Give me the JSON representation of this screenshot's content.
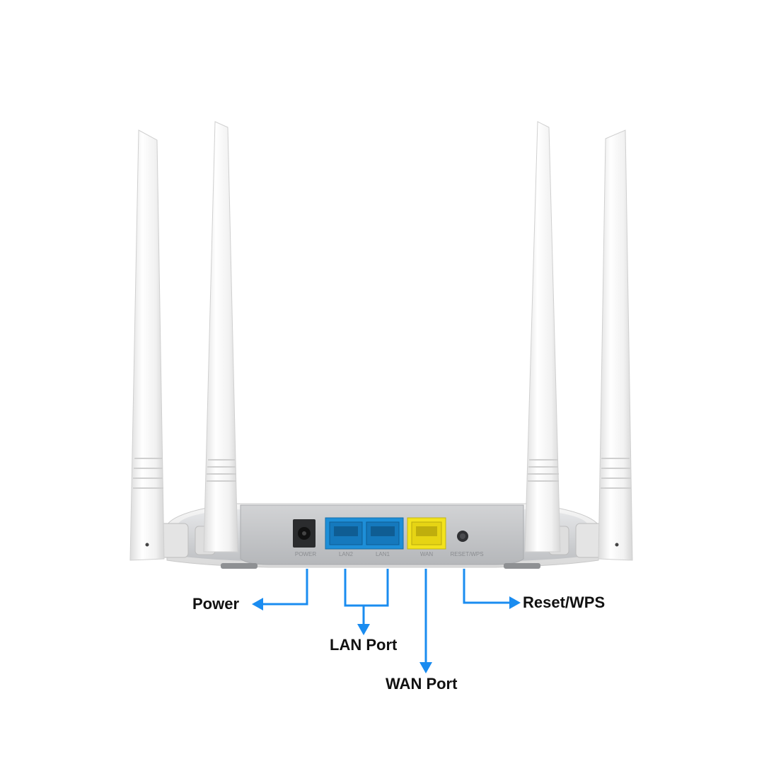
{
  "device": {
    "port_labels": {
      "power": "POWER",
      "lan2": "LAN2",
      "lan1": "LAN1",
      "wan": "WAN",
      "reset_wps": "RESET/WPS"
    },
    "colors": {
      "lan_port": "#1e8fd8",
      "wan_port": "#f3e31d",
      "body": "#cfd0d2",
      "antenna": "#f2f2f2"
    },
    "antenna_count": 4
  },
  "callouts": {
    "power": "Power",
    "lan_port": "LAN Port",
    "wan_port": "WAN Port",
    "reset_wps": "Reset/WPS",
    "arrow_color": "#1a8cf0"
  }
}
